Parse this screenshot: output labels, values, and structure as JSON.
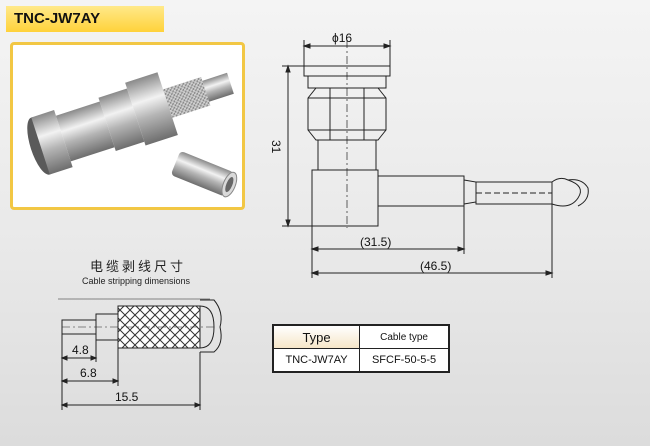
{
  "header": {
    "title": "TNC-JW7AY"
  },
  "photo": {
    "icon": "connector-photo-icon"
  },
  "dimensions": {
    "diameter": "ϕ16",
    "height": "31",
    "length_short": "(31.5)",
    "length_long": "(46.5)"
  },
  "stripping": {
    "title_cn": "电缆剥线尺寸",
    "title_en": "Cable stripping dimensions",
    "dim_a": "4.8",
    "dim_b": "6.8",
    "dim_c": "15.5"
  },
  "spec_table": {
    "col_type": "Type",
    "col_cable": "Cable type",
    "row_type": "TNC-JW7AY",
    "row_cable": "SFCF-50-5-5"
  }
}
